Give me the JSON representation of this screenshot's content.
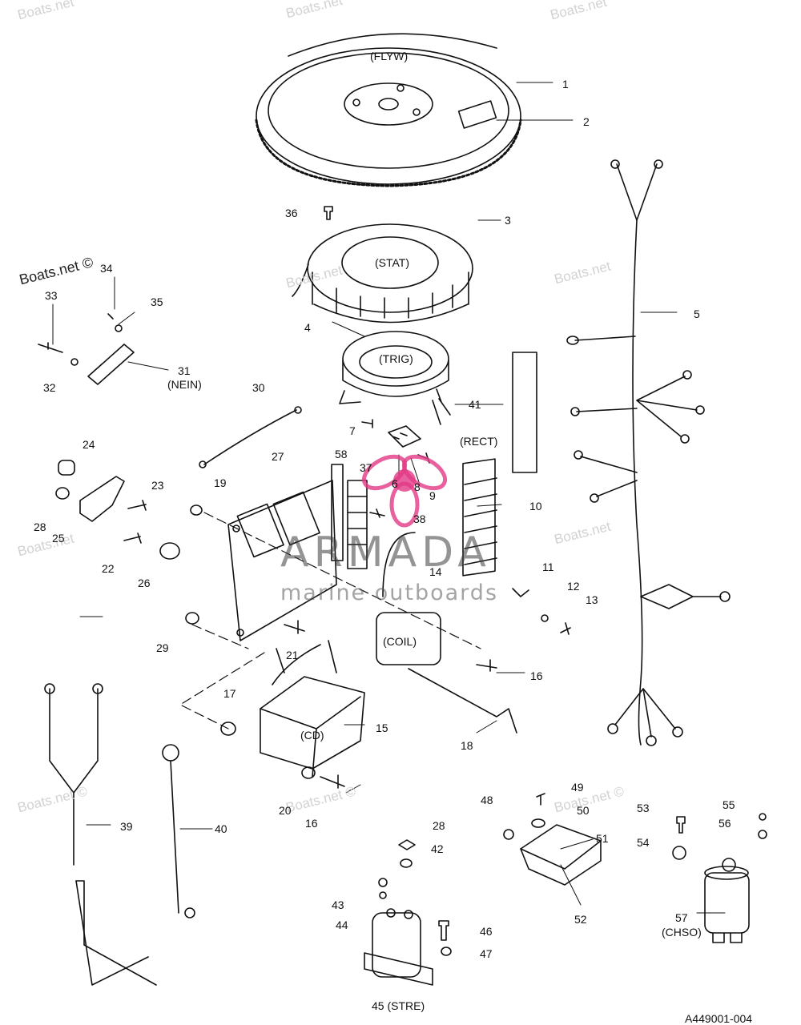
{
  "callouts": [
    {
      "id": "c1",
      "text": "1"
    },
    {
      "id": "c2",
      "text": "2"
    },
    {
      "id": "c3",
      "text": "3"
    },
    {
      "id": "c4",
      "text": "4"
    },
    {
      "id": "c5",
      "text": "5"
    },
    {
      "id": "c6",
      "text": "6"
    },
    {
      "id": "c7",
      "text": "7"
    },
    {
      "id": "c8",
      "text": "8"
    },
    {
      "id": "c9",
      "text": "9"
    },
    {
      "id": "c10",
      "text": "10"
    },
    {
      "id": "c11",
      "text": "11"
    },
    {
      "id": "c12",
      "text": "12"
    },
    {
      "id": "c13",
      "text": "13"
    },
    {
      "id": "c14",
      "text": "14"
    },
    {
      "id": "c15",
      "text": "15"
    },
    {
      "id": "c16a",
      "text": "16"
    },
    {
      "id": "c16b",
      "text": "16"
    },
    {
      "id": "c17",
      "text": "17"
    },
    {
      "id": "c18",
      "text": "18"
    },
    {
      "id": "c19",
      "text": "19"
    },
    {
      "id": "c20",
      "text": "20"
    },
    {
      "id": "c21",
      "text": "21"
    },
    {
      "id": "c22",
      "text": "22"
    },
    {
      "id": "c23",
      "text": "23"
    },
    {
      "id": "c24",
      "text": "24"
    },
    {
      "id": "c25",
      "text": "25"
    },
    {
      "id": "c26",
      "text": "26"
    },
    {
      "id": "c27",
      "text": "27"
    },
    {
      "id": "c28a",
      "text": "28"
    },
    {
      "id": "c28b",
      "text": "28"
    },
    {
      "id": "c29",
      "text": "29"
    },
    {
      "id": "c30",
      "text": "30"
    },
    {
      "id": "c31",
      "text": "31"
    },
    {
      "id": "c32",
      "text": "32"
    },
    {
      "id": "c33",
      "text": "33"
    },
    {
      "id": "c34",
      "text": "34"
    },
    {
      "id": "c35",
      "text": "35"
    },
    {
      "id": "c36",
      "text": "36"
    },
    {
      "id": "c37",
      "text": "37"
    },
    {
      "id": "c38",
      "text": "38"
    },
    {
      "id": "c39",
      "text": "39"
    },
    {
      "id": "c40",
      "text": "40"
    },
    {
      "id": "c41",
      "text": "41"
    },
    {
      "id": "c42",
      "text": "42"
    },
    {
      "id": "c43",
      "text": "43"
    },
    {
      "id": "c44",
      "text": "44"
    },
    {
      "id": "c46",
      "text": "46"
    },
    {
      "id": "c47",
      "text": "47"
    },
    {
      "id": "c48",
      "text": "48"
    },
    {
      "id": "c49",
      "text": "49"
    },
    {
      "id": "c50",
      "text": "50"
    },
    {
      "id": "c51",
      "text": "51"
    },
    {
      "id": "c52",
      "text": "52"
    },
    {
      "id": "c53",
      "text": "53"
    },
    {
      "id": "c54",
      "text": "54"
    },
    {
      "id": "c55",
      "text": "55"
    },
    {
      "id": "c56",
      "text": "56"
    },
    {
      "id": "c58",
      "text": "58"
    }
  ],
  "component_labels": {
    "flyw": "(FLYW)",
    "stat": "(STAT)",
    "trig": "(TRIG)",
    "rect": "(RECT)",
    "coil": "(COIL)",
    "cd": "(CD)",
    "nein": "(NEIN)",
    "chso": "(CHSO)",
    "stre": "45 (STRE)",
    "chso_num": "57"
  },
  "watermark": "Boats.net",
  "watermark_dark": "Boats.net ©",
  "logo": {
    "name": "ARMADA",
    "tagline": "marine outboards",
    "accent_color": "#e23a86"
  },
  "part_number": "A449001-004"
}
